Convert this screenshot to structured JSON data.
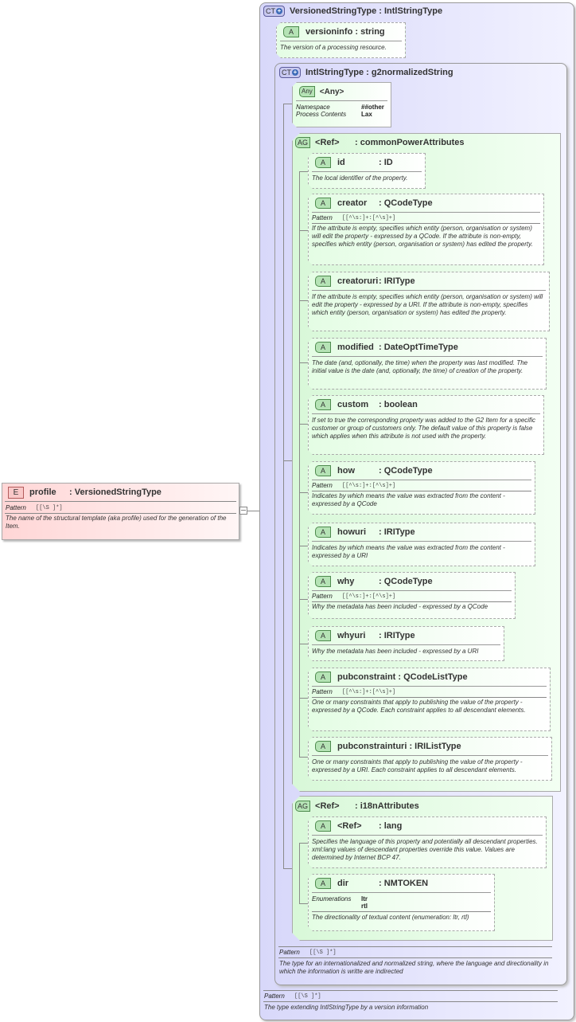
{
  "element": {
    "badge": "E",
    "name": "profile",
    "type": ": VersionedStringType",
    "pattern_label": "Pattern",
    "pattern_value": "[[\\S ]*]",
    "description": "The name of the structural template (aka profile) used for the generation of the Item."
  },
  "versioned_type": {
    "badge": "CT",
    "title": "VersionedStringType : IntlStringType",
    "pattern_label": "Pattern",
    "pattern_value": "[[\\S ]*]",
    "description": "The type extending IntlStringType by a version information",
    "versioninfo": {
      "badge": "A",
      "name": "versioninfo",
      "type": ": string",
      "description": "The version of a processing resource."
    }
  },
  "intl_type": {
    "badge": "CT",
    "title": "IntlStringType : g2normalizedString",
    "pattern_label": "Pattern",
    "pattern_value": "[[\\S ]*]",
    "description": "The type for an internationalized and normalized string, where the language and directionality in which the information is writte are indirected",
    "any": {
      "badge": "Any",
      "name": "<Any>",
      "namespace_label": "Namespace",
      "namespace_value": "##other",
      "process_label": "Process Contents",
      "process_value": "Lax"
    }
  },
  "common_power": {
    "badge": "AG",
    "ref": "<Ref>",
    "name": ": commonPowerAttributes",
    "attributes": [
      {
        "badge": "A",
        "name": "id",
        "type": ": ID",
        "pattern": "",
        "description": "The local identifier of the property."
      },
      {
        "badge": "A",
        "name": "creator",
        "type": ": QCodeType",
        "pattern_label": "Pattern",
        "pattern": "[[^\\s:]+:[^\\s]+]",
        "description": "If the attribute is empty, specifies which entity (person, organisation or system) will edit the property - expressed by a QCode. If the attribute is non-empty, specifies which entity (person, organisation or system) has edited the property."
      },
      {
        "badge": "A",
        "name": "creatoruri",
        "type": ": IRIType",
        "pattern": "",
        "description": "If the attribute is empty, specifies which entity (person, organisation or system) will edit the property - expressed by a URI. If the attribute is non-empty, specifies which entity (person, organisation or system) has edited the property."
      },
      {
        "badge": "A",
        "name": "modified",
        "type": ": DateOptTimeType",
        "pattern": "",
        "description": "The date (and, optionally, the time) when the property was last modified. The initial value is the date (and, optionally, the time) of creation of the property."
      },
      {
        "badge": "A",
        "name": "custom",
        "type": ": boolean",
        "pattern": "",
        "description": "If set to true the corresponding property was added to the G2 Item for a specific customer or group of customers only. The default value of this property is false which applies when this attribute is not used with the property."
      },
      {
        "badge": "A",
        "name": "how",
        "type": ": QCodeType",
        "pattern_label": "Pattern",
        "pattern": "[[^\\s:]+:[^\\s]+]",
        "description": "Indicates by which means the value was extracted from the content - expressed by a QCode"
      },
      {
        "badge": "A",
        "name": "howuri",
        "type": ": IRIType",
        "pattern": "",
        "description": "Indicates by which means the value was extracted from the content - expressed by a URI"
      },
      {
        "badge": "A",
        "name": "why",
        "type": ": QCodeType",
        "pattern_label": "Pattern",
        "pattern": "[[^\\s:]+:[^\\s]+]",
        "description": "Why the metadata has been included - expressed by a QCode"
      },
      {
        "badge": "A",
        "name": "whyuri",
        "type": ": IRIType",
        "pattern": "",
        "description": "Why the metadata has been included - expressed by a URI"
      },
      {
        "badge": "A",
        "name": "pubconstraint",
        "type": ": QCodeListType",
        "pattern_label": "Pattern",
        "pattern": "[[^\\s:]+:[^\\s]+]",
        "description": "One or many constraints that apply to publishing the value of the property - expressed by a QCode. Each constraint applies to all descendant elements."
      },
      {
        "badge": "A",
        "name": "pubconstrainturi",
        "type": ": IRIListType",
        "pattern": "",
        "description": "One or many constraints that apply to publishing the value of the property - expressed by a URI. Each constraint applies to all descendant elements."
      }
    ]
  },
  "i18n": {
    "badge": "AG",
    "ref": "<Ref>",
    "name": ": i18nAttributes",
    "lang": {
      "badge": "A",
      "ref": "<Ref>",
      "name": ": lang",
      "description": "Specifies the language of this property and potentially all descendant properties. xml:lang values of descendant properties override this value. Values are determined by Internet BCP 47."
    },
    "dir": {
      "badge": "A",
      "name": "dir",
      "type": ": NMTOKEN",
      "enum_label": "Enumerations",
      "enum_values": [
        "ltr",
        "rtl"
      ],
      "enum_0": "ltr",
      "enum_1": "rtl",
      "description": "The directionality of textual content (enumeration: ltr, rtl)"
    }
  }
}
